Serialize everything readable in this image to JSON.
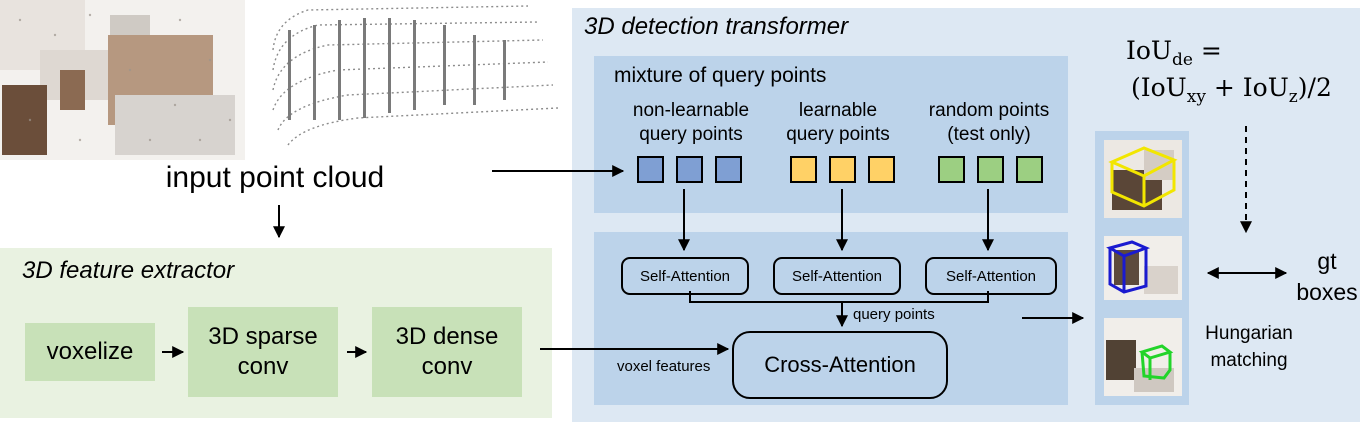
{
  "colors": {
    "green_panel": "#e9f2e1",
    "green_box": "#c8e1b8",
    "blue_panel": "#dde8f3",
    "blue_box": "#bcd3ea",
    "non_learnable": "#7f9fd3",
    "learnable": "#ffd166",
    "random": "#9ccf82",
    "bbox_yellow": "#f2e600",
    "bbox_blue": "#1a1ad0",
    "bbox_green": "#22d42a"
  },
  "input": {
    "label": "input point cloud"
  },
  "feature_extractor": {
    "title": "3D feature extractor",
    "steps": [
      "voxelize",
      "3D sparse\nconv",
      "3D dense\nconv"
    ]
  },
  "transformer": {
    "title": "3D detection transformer",
    "mixture_title": "mixture of query points",
    "groups": [
      {
        "label": "non-learnable\nquery points",
        "color_key": "non_learnable"
      },
      {
        "label": "learnable\nquery points",
        "color_key": "learnable"
      },
      {
        "label": "random points\n(test only)",
        "color_key": "random"
      }
    ],
    "self_attention": "Self-Attention",
    "query_points_label": "query points",
    "voxel_features_label": "voxel features",
    "cross_attention": "Cross-Attention"
  },
  "matching": {
    "iou_lhs": "IoU",
    "iou_lhs_sub": "de",
    "iou_eq": "=",
    "iou_rhs_open": "(IoU",
    "iou_rhs_sub1": "xy",
    "iou_plus": "+ IoU",
    "iou_rhs_sub2": "z",
    "iou_rhs_close": ")/2",
    "hungarian": "Hungarian\nmatching",
    "gt": "gt\nboxes"
  },
  "icons": {
    "indoor_scan": "indoor-point-cloud-scan",
    "outdoor_scan": "lidar-point-cloud-scan"
  }
}
